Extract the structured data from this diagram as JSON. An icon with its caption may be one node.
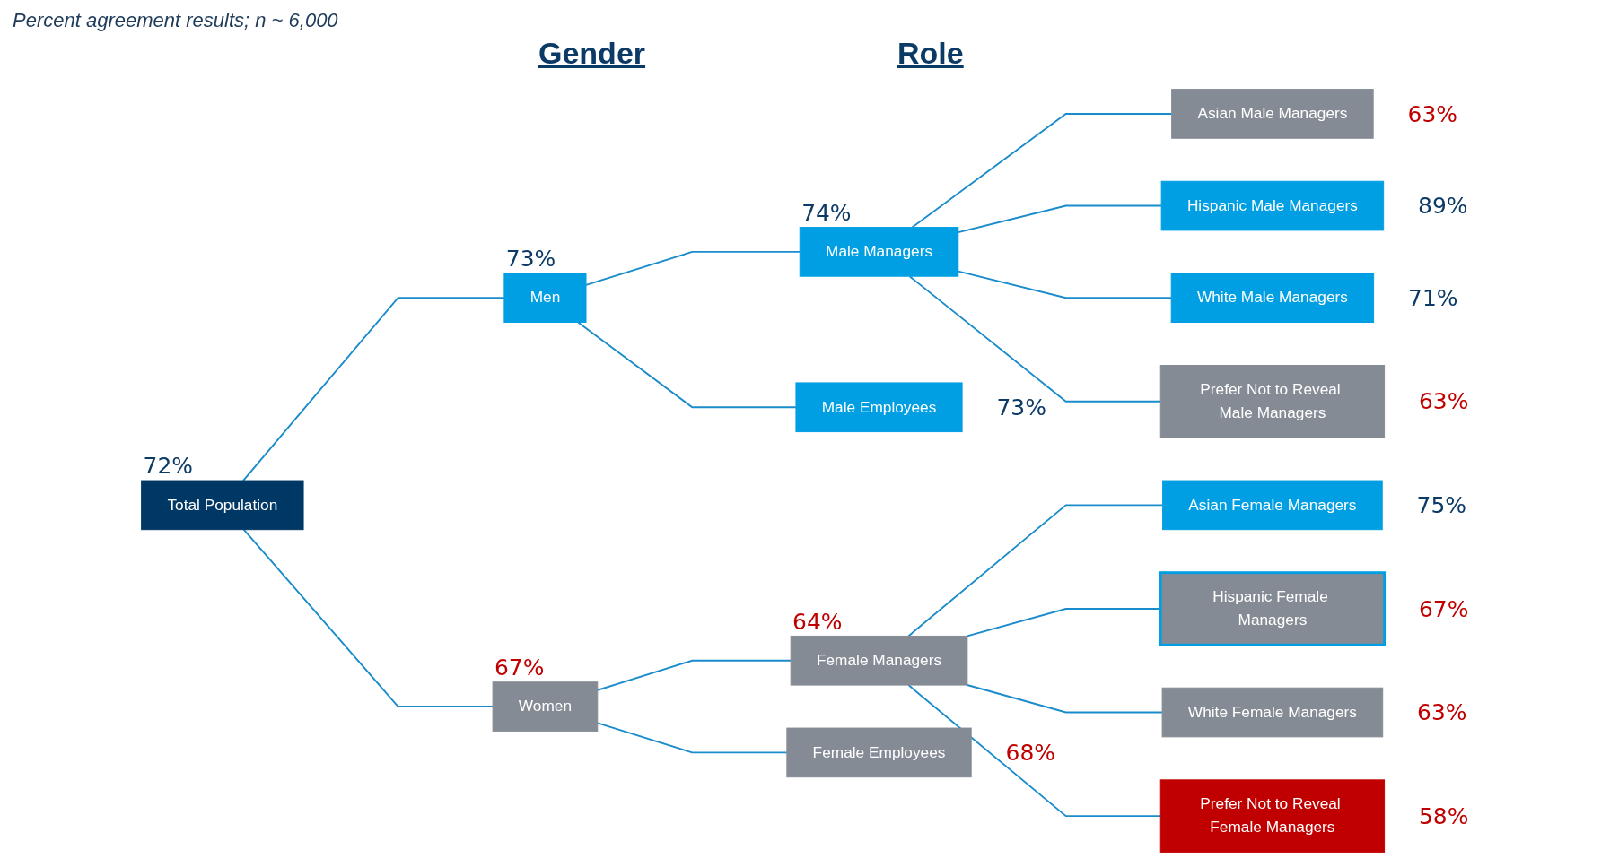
{
  "diagram": {
    "caption": "Percent agreement results; n ~ 6,000",
    "nodes": [
      {
        "text": [
          "Total Population"
        ],
        "beside": [
          "72%"
        ]
      },
      {
        "text": [
          "Men"
        ],
        "beside": [
          "73%"
        ]
      },
      {
        "text": [
          "Women"
        ],
        "beside": [
          "67%"
        ]
      },
      {
        "text": [
          "Male Managers"
        ],
        "beside": [
          "74%"
        ]
      },
      {
        "text": [
          "Male Employees"
        ],
        "beside": [
          "73%"
        ]
      },
      {
        "text": [
          "Female Managers"
        ],
        "beside": [
          "64%"
        ]
      },
      {
        "text": [
          "Female Employees"
        ],
        "beside": [
          "68%"
        ]
      },
      {
        "text": [
          "Asian Male Managers"
        ],
        "beside": [
          "63%"
        ]
      },
      {
        "text": [
          "Hispanic Male Managers"
        ],
        "beside": [
          "89%"
        ]
      },
      {
        "text": [
          "White Male Managers"
        ],
        "beside": [
          "71%"
        ]
      },
      {
        "text": [
          "Prefer Not to Reveal Male Managers"
        ],
        "beside": [
          "63%"
        ]
      },
      {
        "text": [
          "Asian Female Managers"
        ],
        "beside": [
          "75%"
        ]
      },
      {
        "text": [
          "Hispanic Female Managers"
        ],
        "beside": [
          "67%"
        ]
      },
      {
        "text": [
          "White Female Managers"
        ],
        "beside": [
          "63%"
        ]
      },
      {
        "text": [
          "Prefer Not to Reveal Female Managers"
        ],
        "beside": [
          "58%"
        ]
      }
    ],
    "edges": [
      {
        "from": 0,
        "to": 1,
        "arrow": "none"
      },
      {
        "from": 0,
        "to": 2,
        "arrow": "none"
      },
      {
        "from": 1,
        "to": 3,
        "arrow": "none"
      },
      {
        "from": 1,
        "to": 4,
        "arrow": "none"
      },
      {
        "from": 2,
        "to": 5,
        "arrow": "none"
      },
      {
        "from": 2,
        "to": 6,
        "arrow": "none"
      },
      {
        "from": 3,
        "to": 7,
        "arrow": "none"
      },
      {
        "from": 3,
        "to": 8,
        "arrow": "none"
      },
      {
        "from": 3,
        "to": 9,
        "arrow": "none"
      },
      {
        "from": 3,
        "to": 10,
        "arrow": "none"
      },
      {
        "from": 5,
        "to": 11,
        "arrow": "none"
      },
      {
        "from": 5,
        "to": 12,
        "arrow": "none"
      },
      {
        "from": 5,
        "to": 13,
        "arrow": "none"
      },
      {
        "from": 5,
        "to": 14,
        "arrow": "none"
      }
    ],
    "labels": [
      "Gender",
      "Role"
    ]
  }
}
